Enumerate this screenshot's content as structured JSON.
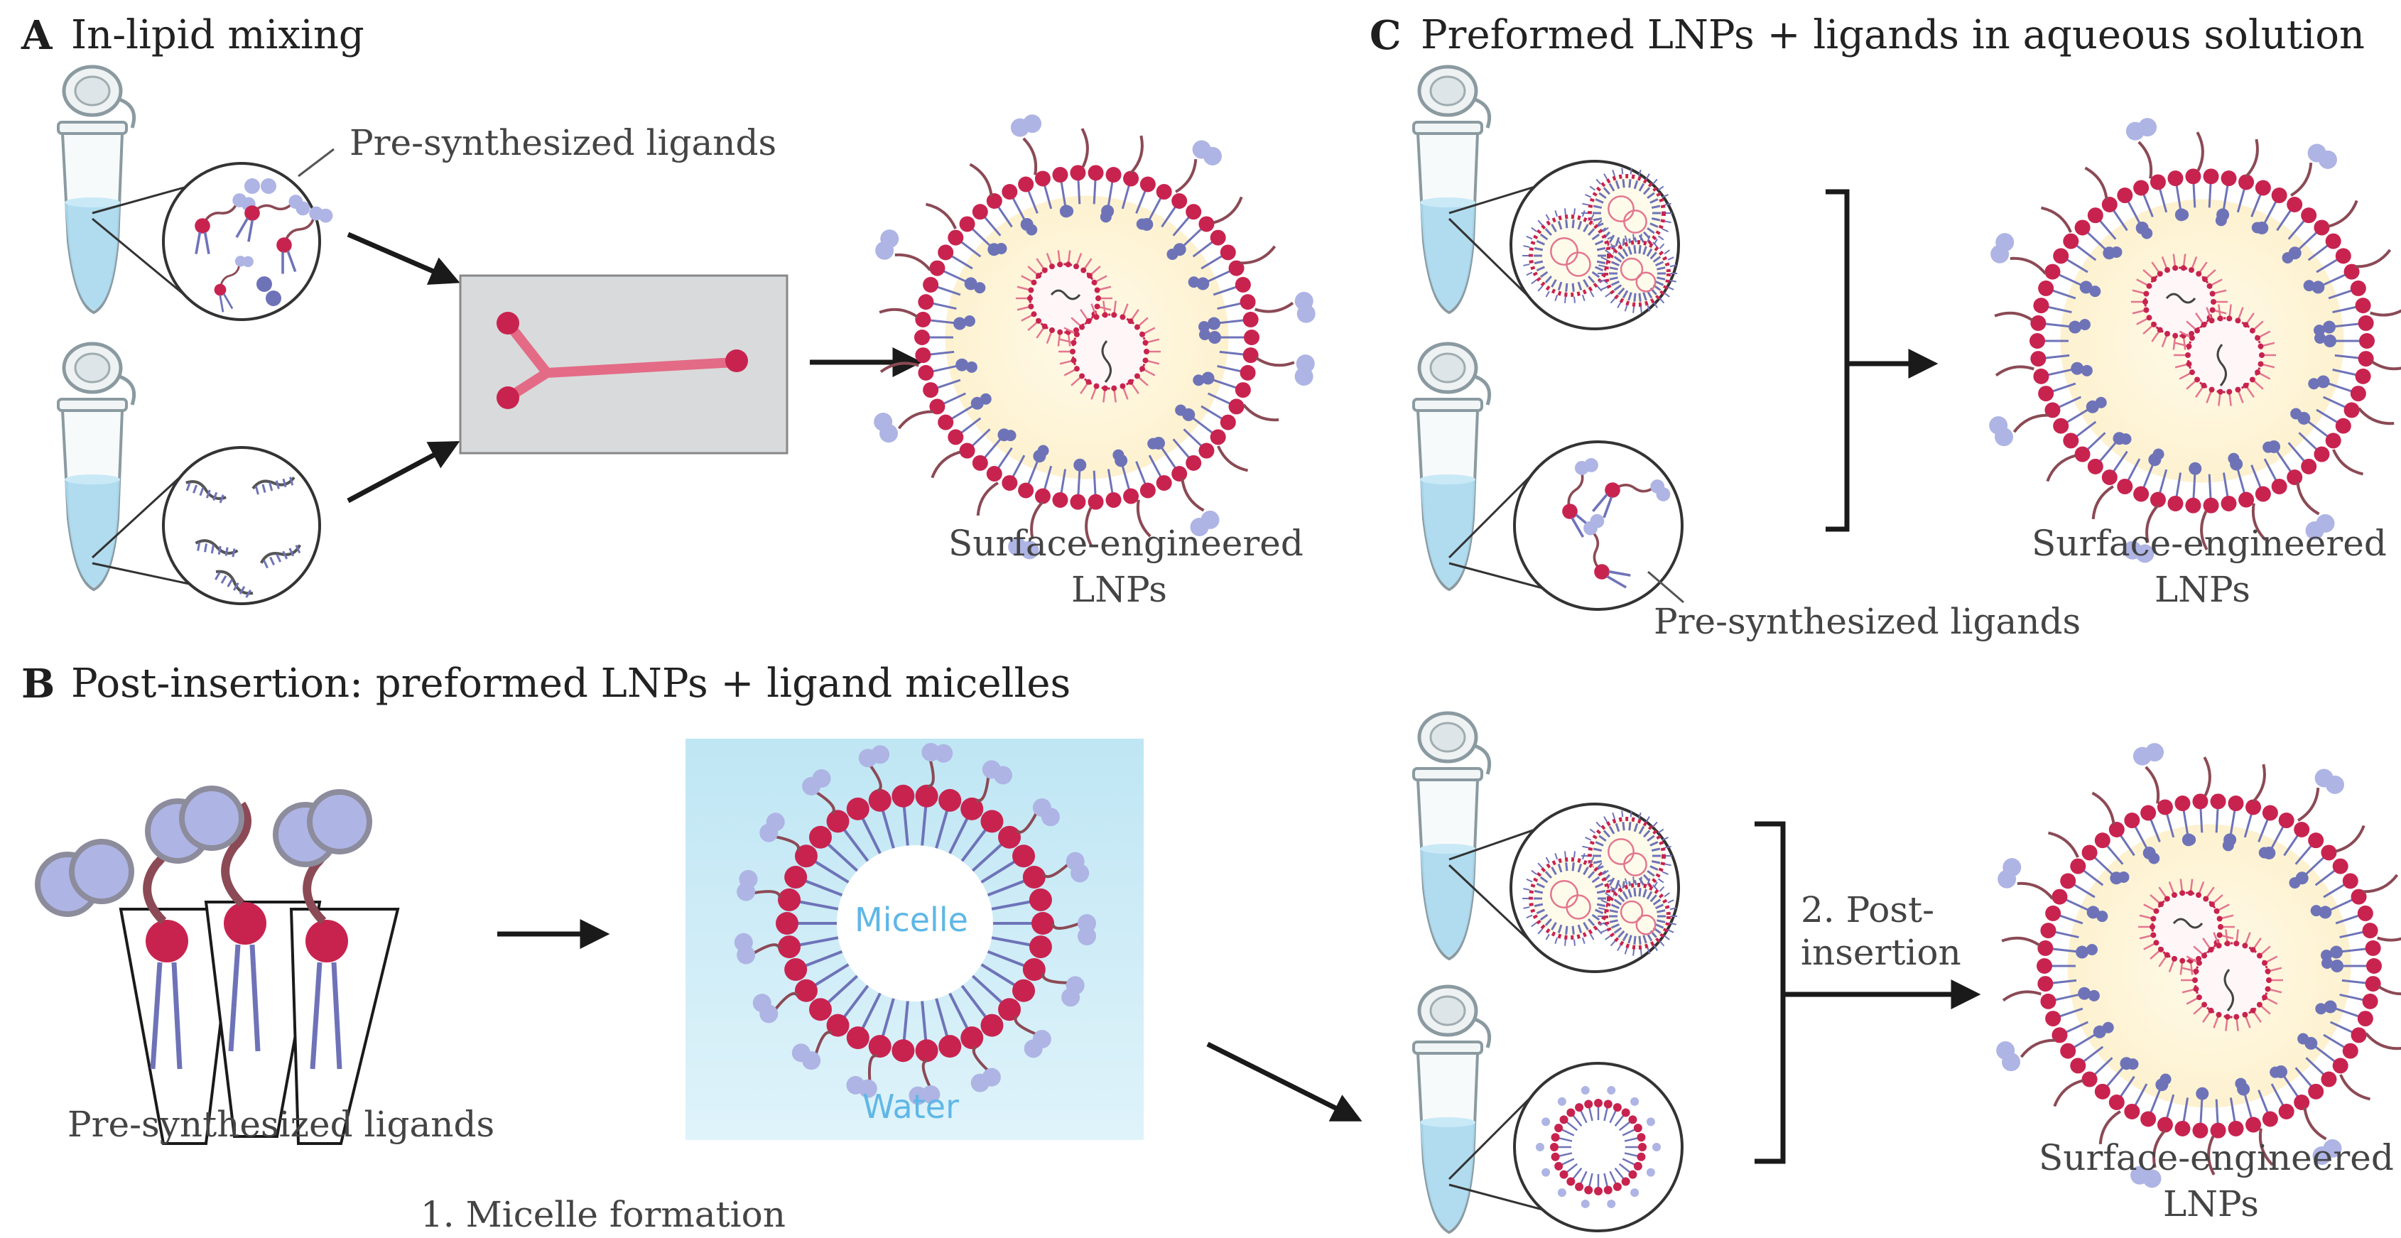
{
  "panels": {
    "A": {
      "letter": "A",
      "title": "In-lipid mixing",
      "ligand_label": "Pre-synthesized ligands",
      "result_label_1": "Surface-engineered",
      "result_label_2": "LNPs"
    },
    "B": {
      "letter": "B",
      "title": "Post-insertion: preformed LNPs + ligand micelles",
      "ligand_label": "Pre-synthesized ligands",
      "micelle_label": "Micelle",
      "water_label": "Water",
      "step1_label": "1. Micelle formation",
      "step2_label_1": "2. Post-",
      "step2_label_2": "insertion",
      "result_label_1": "Surface-engineered",
      "result_label_2": "LNPs"
    },
    "C": {
      "letter": "C",
      "title": "Preformed LNPs + ligands in aqueous solution",
      "ligand_label": "Pre-synthesized ligands",
      "result_label_1": "Surface-engineered",
      "result_label_2": "LNPs"
    }
  },
  "colors": {
    "lipid_head": "#c8234f",
    "lipid_tail": "#6e73b8",
    "ligand_blob": "#aeb4e4",
    "tether": "#8b4a55",
    "tube_liquid": "#a8d8ee",
    "chip_bg": "#d9dadb",
    "micelle_box": "#c9ebf7"
  }
}
